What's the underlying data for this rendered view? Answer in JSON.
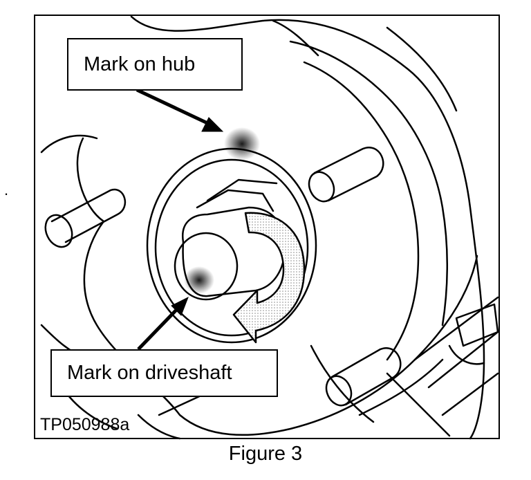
{
  "callouts": {
    "hub": "Mark on hub",
    "driveshaft": "Mark on driveshaft"
  },
  "reference_code": "TP050988a",
  "caption": "Figure 3",
  "stray_mark": ".",
  "colors": {
    "line": "#000000",
    "background": "#ffffff",
    "arrow_fill": "#cccccc"
  },
  "icons": [
    "rotation-arrow-icon",
    "pointer-arrow-icon"
  ]
}
